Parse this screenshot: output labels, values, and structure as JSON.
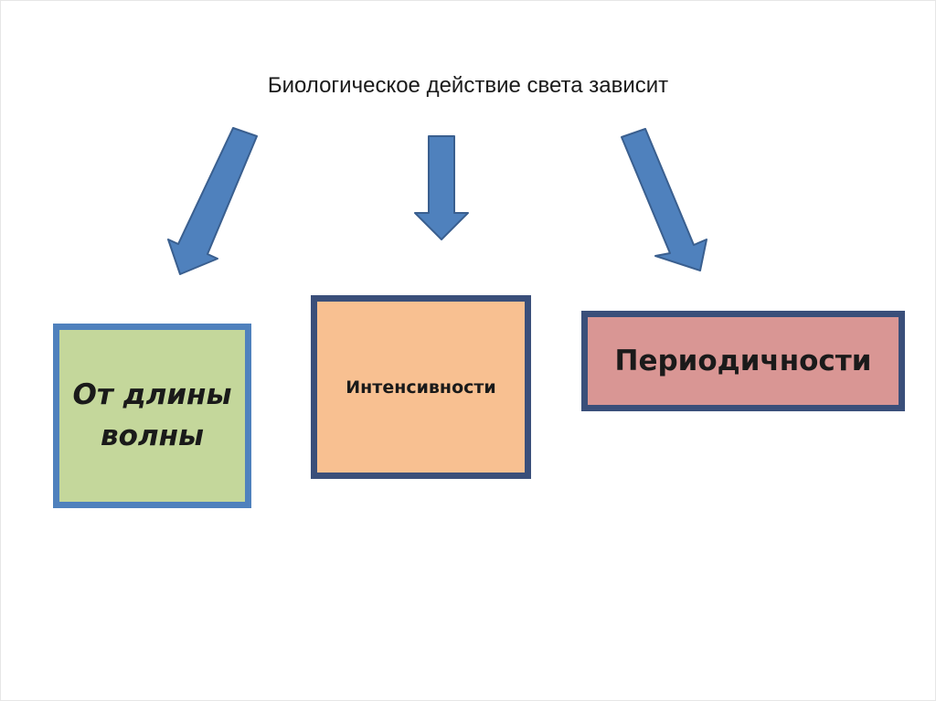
{
  "title": "Биологическое действие света зависит",
  "colors": {
    "arrow_fill": "#4f81bd",
    "arrow_stroke": "#3a5f8f",
    "box_green_fill": "#c4d79b",
    "box_green_border": "#4f81bd",
    "box_orange_fill": "#f8c091",
    "box_pink_fill": "#d99694",
    "box_dark_border": "#3a4f7a"
  },
  "boxes": {
    "wavelength": "От длины волны",
    "intensity": "Интенсивности",
    "periodicity": "Периодичности"
  }
}
